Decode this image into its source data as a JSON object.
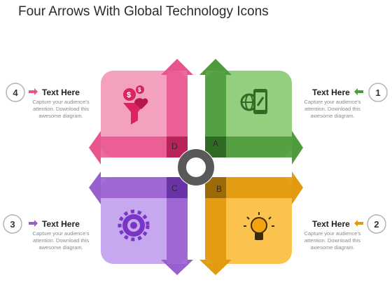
{
  "title": "Four Arrows With Global Technology Icons",
  "callouts": [
    {
      "number": "1",
      "heading": "Text Here",
      "description": "Capture your audience's attention. Download this awesome diagram.",
      "color": "#4e9a3c"
    },
    {
      "number": "2",
      "heading": "Text Here",
      "description": "Capture your audience's attention. Download this awesome diagram.",
      "color": "#e39a10"
    },
    {
      "number": "3",
      "heading": "Text Here",
      "description": "Capture your audience's attention. Download this awesome diagram.",
      "color": "#9a5fcf"
    },
    {
      "number": "4",
      "heading": "Text Here",
      "description": "Capture your audience's attention. Download this awesome diagram.",
      "color": "#e8548e"
    }
  ],
  "quadrants": [
    {
      "letter": "A",
      "icon": "mobile-globe-link-icon",
      "color": "#4e9a3c",
      "light": "#93cf7e"
    },
    {
      "letter": "B",
      "icon": "lightbulb-icon",
      "color": "#e39a10",
      "light": "#fbc24e"
    },
    {
      "letter": "C",
      "icon": "gear-icon",
      "color": "#9a5fcf",
      "light": "#c5a8ee"
    },
    {
      "letter": "D",
      "icon": "money-funnel-icon",
      "color": "#e8548e",
      "light": "#f4a0bf"
    }
  ]
}
